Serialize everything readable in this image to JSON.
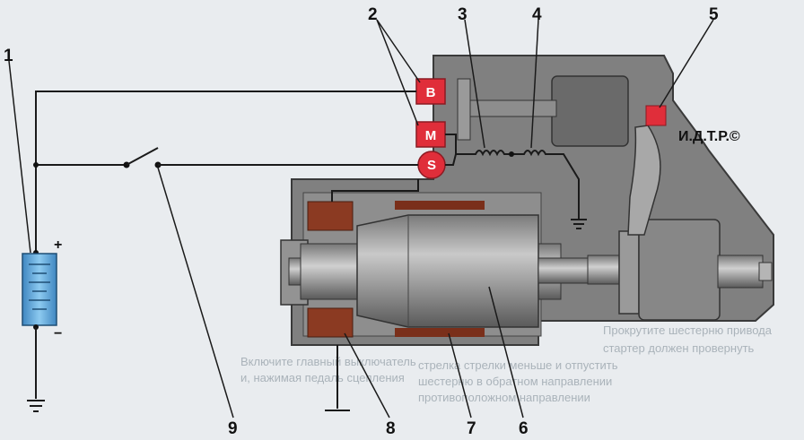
{
  "callouts": [
    "1",
    "2",
    "3",
    "4",
    "5",
    "6",
    "7",
    "8",
    "9"
  ],
  "terminals": {
    "b": "B",
    "m": "M",
    "s": "S"
  },
  "watermark": "И.Д.Т.Р.©",
  "polarity": {
    "plus": "+",
    "minus": "−"
  },
  "background_text": [
    "Прокрутите шестерню привода",
    "стартер должен провернуть",
    "стрелка стрелки меньше и отпустить",
    "шестерню в обратном направлении",
    "противоположном направлении",
    "Включите главный выключатель",
    "и, нажимая педаль сцепления"
  ],
  "colors": {
    "housing": "#7f7f7f",
    "housing_dark": "#5e5e5e",
    "housing_light": "#a9a9a9",
    "terminal": "#e02e3a",
    "winding": "#8b3a22",
    "battery": "#5aa4d8",
    "wire": "#1a1a1a"
  }
}
